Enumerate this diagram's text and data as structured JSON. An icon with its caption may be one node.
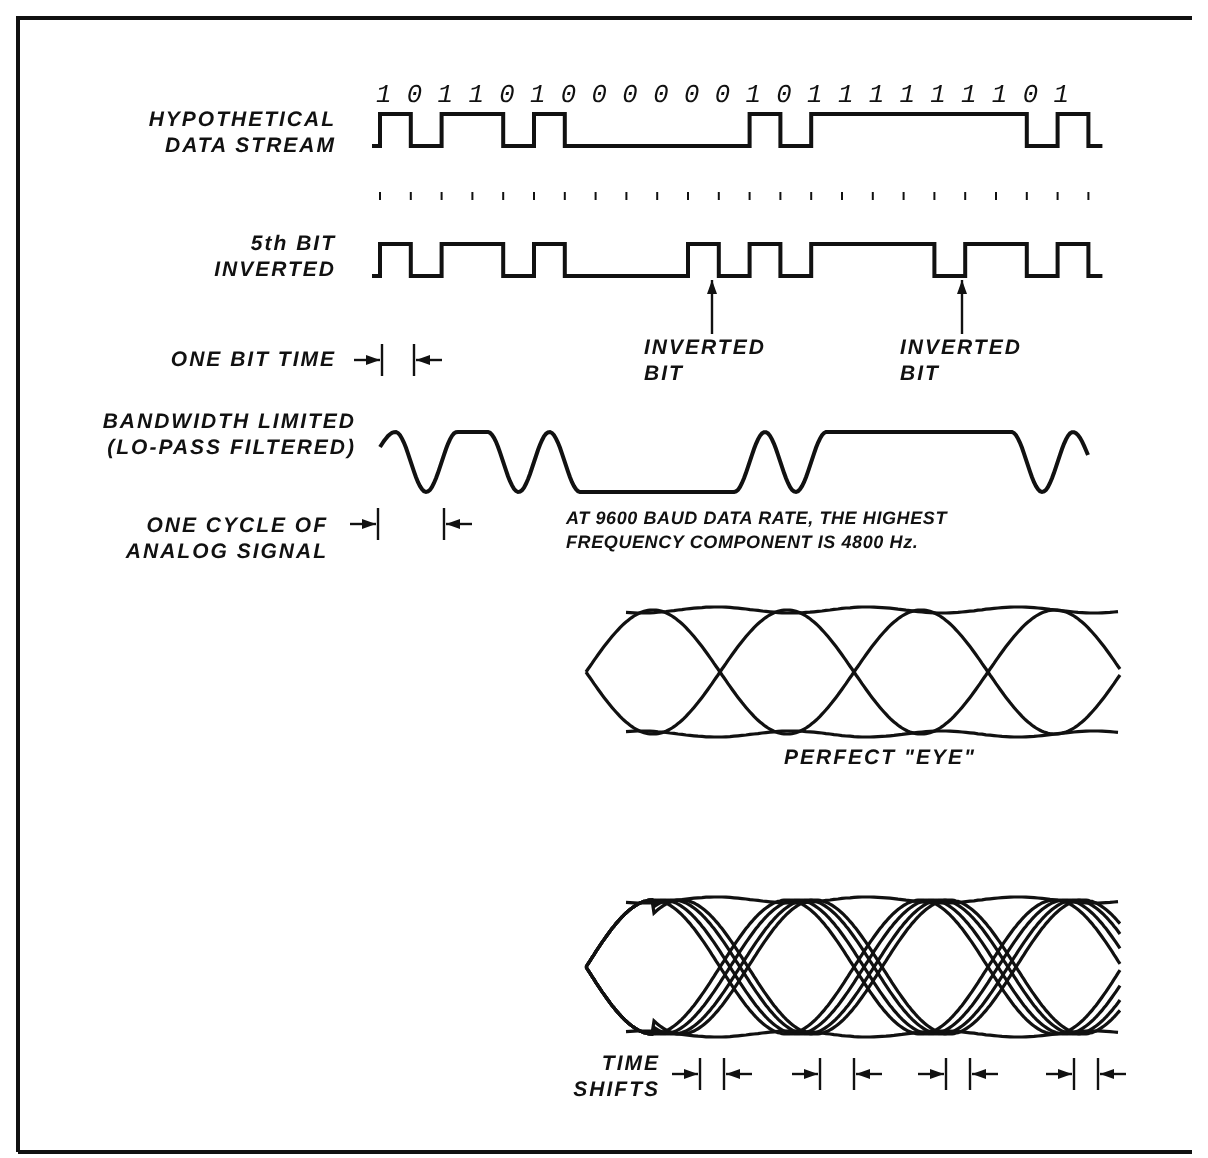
{
  "diagram": {
    "nodes": [
      {
        "text": [
          "INVERTED BIT"
        ]
      },
      {
        "text": [
          "INVERTED BIT"
        ]
      },
      {
        "text": [],
        "shape": "picture"
      }
    ],
    "edges": [
      {
        "from": 0,
        "to": 2,
        "arrow": "to"
      },
      {
        "from": 1,
        "to": 2,
        "arrow": "to"
      }
    ],
    "labels": [
      "1 0 1 1 0 1 0 0 0 0 0 0 1 0 1 1 1 1 1 1 1 0 1",
      "HYPOTHETICAL DATA STREAM",
      "5th BIT INVERTED",
      "ONE BIT TIME",
      "BANDWIDTH LIMITED (LO-PASS FILTERED)",
      "ONE CYCLE OF ANALOG SIGNAL",
      "AT 9600 BAUD DATA RATE, THE HIGHEST FREQUENCY COMPONENT IS 4800 Hz.",
      "PERFECT \"EYE\"",
      "TIME SHIFTS"
    ]
  }
}
